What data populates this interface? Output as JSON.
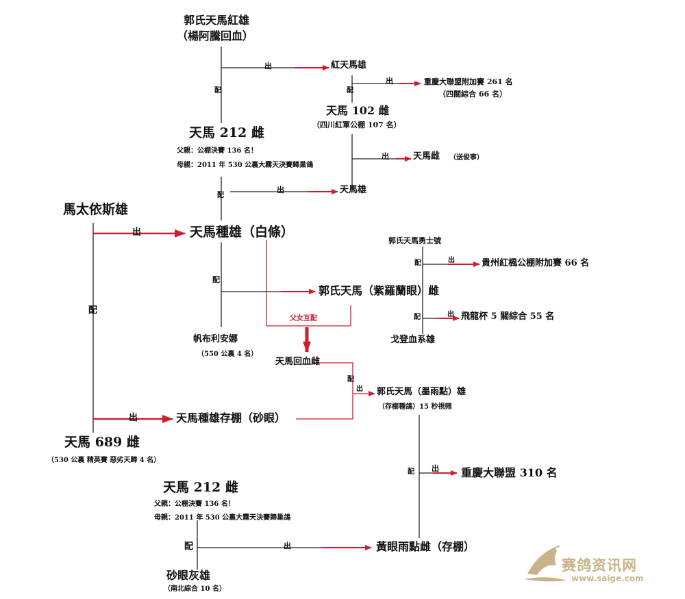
{
  "colors": {
    "line": "#222222",
    "accent": "#d01c2c",
    "watermark": "#c9b48a"
  },
  "labels": {
    "chu": "出",
    "pei": "配"
  },
  "nodes": {
    "guo_tianma_hong": "郭氏天馬紅雄",
    "guo_tianma_hong_sub": "（楊阿騰回血）",
    "hong_tianma": "紅天馬雄",
    "chongqing_261": "重慶大聯盟附加賽 261 名",
    "chongqing_261_sub": "（四關綜合 66 名）",
    "tianma_102": "天馬 102 雌",
    "tianma_102_sub": "（四川紅軍公棚 107 名）",
    "tianma_212_top": "天馬 212 雌",
    "tianma_212_top_father": "父親：公棚決賽 136 名！",
    "tianma_212_top_mother": "母親：2011 年 530 公裏大霧天決賽歸巢鴿",
    "tianma_ci_gift": "天馬雌",
    "tianma_ci_gift_sub": "（送俊寧）",
    "tianma_xiong": "天馬雄",
    "ma_tai": "馬太依斯雄",
    "zhong_xiong_bai": "天馬種雄（白條）",
    "guo_yongshi": "郭氏天馬勇士號",
    "guizhou_66": "貴州紅楓公棚附加賽 66 名",
    "guo_ziluolan": "郭氏天馬（紫羅蘭眼）雌",
    "father_daughter": "父女互配",
    "feilong_55": "飛龍杯 5 關綜合 55 名",
    "fanbu": "帆布利安娜",
    "fanbu_sub": "（550 公裏 4 名）",
    "gedeng": "戈登血系雄",
    "huixue_ci": "天馬回血雌",
    "guo_moyudian": "郭氏天馬（墨雨點）雄",
    "guo_moyudian_sub": "（存棚種鴿）15 秒視頻",
    "zhong_xiong_cun": "天馬種雄存棚（砂眼）",
    "tianma_689": "天馬 689 雌",
    "tianma_689_sub": "（530 公裏  精英賽  惡劣天歸 4 名）",
    "chongqing_310": "重慶大聯盟 310 名",
    "tianma_212_bot": "天馬 212 雌",
    "tianma_212_bot_father": "父親：公棚決賽 136 名！",
    "tianma_212_bot_mother": "母親：2011 年 530 公裏大霧天決賽歸巢鴿",
    "huangyan": "黃眼雨點雌（存棚）",
    "shayan_hui": "砂眼灰雄",
    "shayan_hui_sub": "（南北綜合 10 名）"
  },
  "watermark": {
    "name": "赛鸽资讯网",
    "url": "www.saige.com"
  }
}
